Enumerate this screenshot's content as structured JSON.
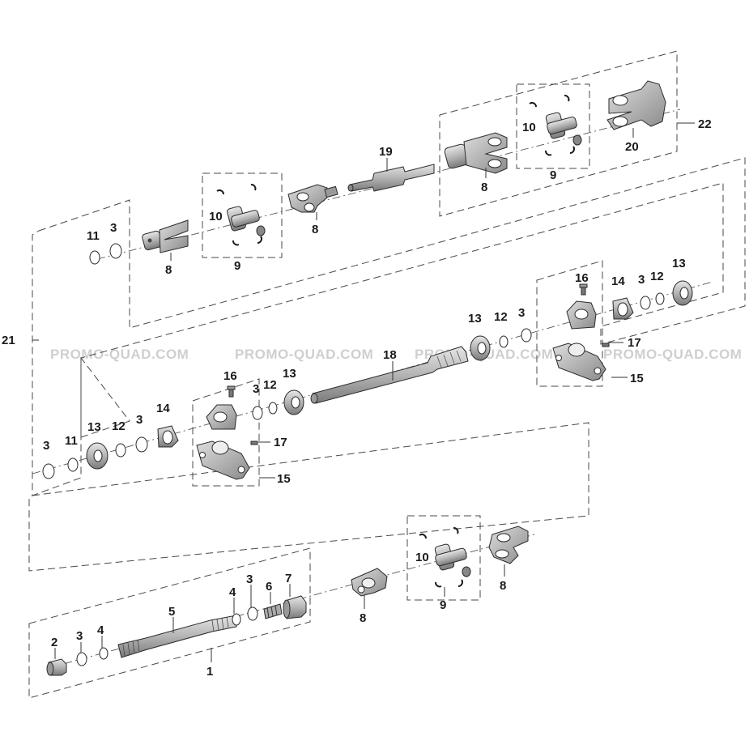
{
  "watermark": "PROMO-QUAD.COM",
  "callouts": {
    "c1": "1",
    "c2": "2",
    "c3": "3",
    "c4": "4",
    "c5": "5",
    "c6": "6",
    "c7": "7",
    "c8": "8",
    "c9": "9",
    "c10": "10",
    "c11": "11",
    "c12": "12",
    "c13": "13",
    "c14": "14",
    "c15": "15",
    "c16": "16",
    "c17": "17",
    "c18": "18",
    "c19": "19",
    "c20": "20",
    "c21": "21",
    "c22": "22"
  },
  "colors": {
    "part_fill": "#b9b9b9",
    "part_dark": "#7d7d7d",
    "line": "#2b2b2b",
    "watermark": "#cfcfcf"
  }
}
